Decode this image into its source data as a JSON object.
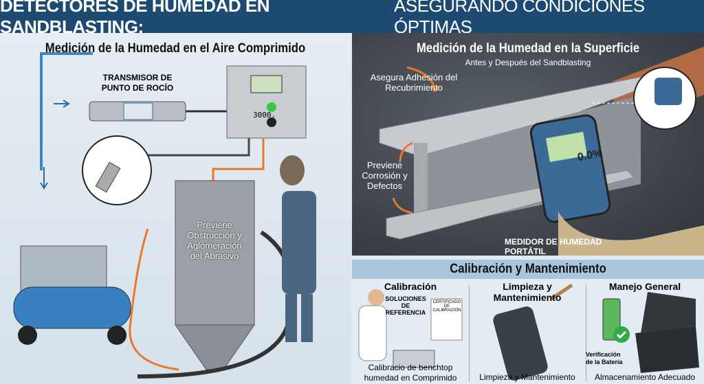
{
  "header": {
    "title_bold": "DETECTORES DE HUMEDAD EN SANDBLASTING:",
    "title_rest": "ASEGURANDO CONDICIONES ÓPTIMAS"
  },
  "left": {
    "title": "Medición de la Humedad en el Aire Comprimido",
    "transmitter_label": "TRANSMISOR DE PUNTO DE ROCÍO",
    "controller_display": "3000.",
    "tank_label": "Previene Obstrucción y Aglomeración del Abrasivo"
  },
  "right_top": {
    "title": "Medición de la Humedad en la Superficie",
    "subtitle": "Antes y Después del Sandblasting",
    "adhesion_label": "Asegura Adhesión del Recubrimiento",
    "corrosion_label": "Previene Corrosión y Defectos",
    "meter_display": "0.0%",
    "meter_caption": "MEDIDOR DE HUMEDAD PORTÁTIL"
  },
  "right_bottom": {
    "title": "Calibración y Mantenimiento",
    "columns": [
      {
        "heading": "Calibración",
        "callout": "SOLUCIONES DE REFERENCIA",
        "certificate": "CERTIFICADO DE CALIBRACIÓN",
        "caption": "Calibracio de benchtop humedad en Comprimido"
      },
      {
        "heading": "Limpieza y Mantenimiento",
        "caption": "Limpieza y Mantenimiento"
      },
      {
        "heading": "Manejo General",
        "battery_label": "Verificación de la Batería",
        "caption": "Almacenamiento Adecuado"
      }
    ]
  },
  "colors": {
    "header": "#1d4a70",
    "accent_orange": "#e8782a",
    "pipe_blue": "#3a86c0",
    "led_green": "#2ecc40"
  }
}
